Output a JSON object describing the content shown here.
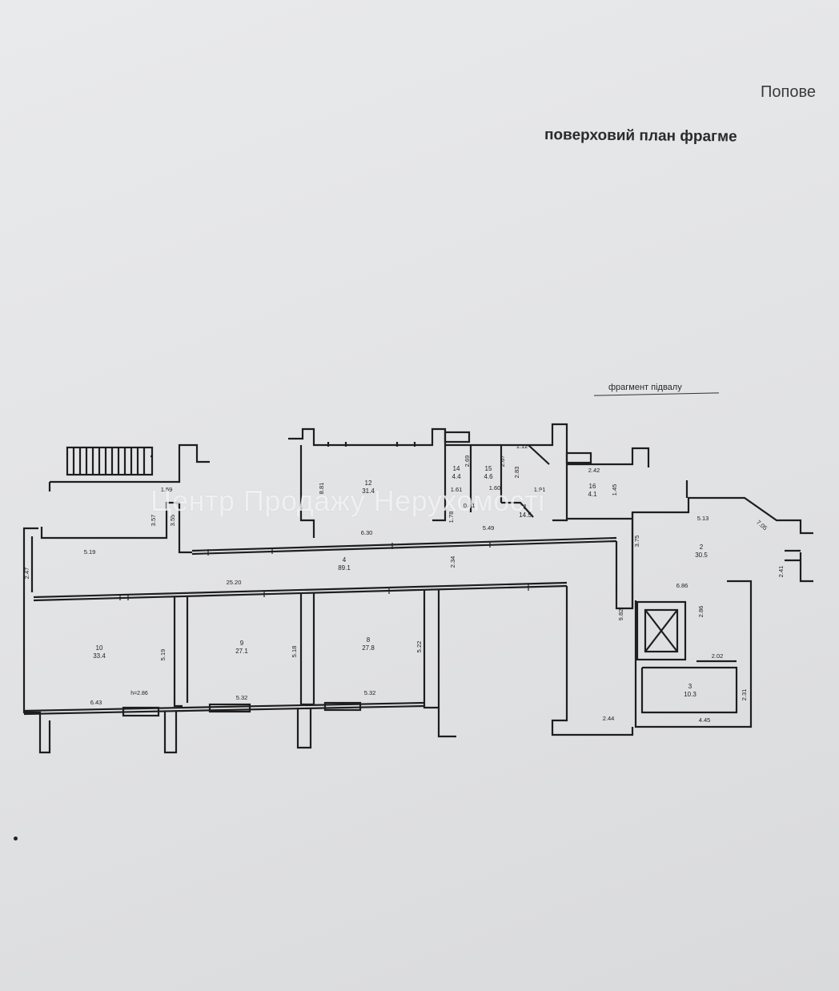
{
  "header": {
    "line1": "Попове",
    "line2": "поверховий план фрагме"
  },
  "plan": {
    "label": "фрагмент підвалу",
    "rooms": [
      {
        "id": "room-1",
        "num": "1",
        "area": "14.5"
      },
      {
        "id": "room-2",
        "num": "2",
        "area": "30.5"
      },
      {
        "id": "room-3",
        "num": "3",
        "area": "10.3"
      },
      {
        "id": "room-4",
        "num": "4",
        "area": "89.1"
      },
      {
        "id": "room-8",
        "num": "8",
        "area": "27.8"
      },
      {
        "id": "room-9",
        "num": "9",
        "area": "27.1"
      },
      {
        "id": "room-10",
        "num": "10",
        "area": "33.4"
      },
      {
        "id": "room-12",
        "num": "12",
        "area": "31.4"
      },
      {
        "id": "room-14",
        "num": "14",
        "area": "4.4"
      },
      {
        "id": "room-15",
        "num": "15",
        "area": "4.6"
      },
      {
        "id": "room-16",
        "num": "16",
        "area": "4.1"
      }
    ],
    "dimensions": [
      "5.19",
      "2.47",
      "25.20",
      "6.43",
      "5.32",
      "5.32",
      "5.19",
      "5.18",
      "5.22",
      "6.30",
      "5.49",
      "2.34",
      "8.81",
      "1.59",
      "3.57",
      "3.55",
      "1.61",
      "1.60",
      "1.91",
      "1.78",
      "2.69",
      "2.67",
      "2.83",
      "1.12",
      "2.42",
      "1.45",
      "5.13",
      "7.05",
      "3.75",
      "2.41",
      "6.86",
      "2.86",
      "2.02",
      "9.82",
      "2.31",
      "2.44",
      "4.45",
      "0.41",
      "h=2.86"
    ]
  },
  "watermark": "Центр Продажу Нерухомості"
}
